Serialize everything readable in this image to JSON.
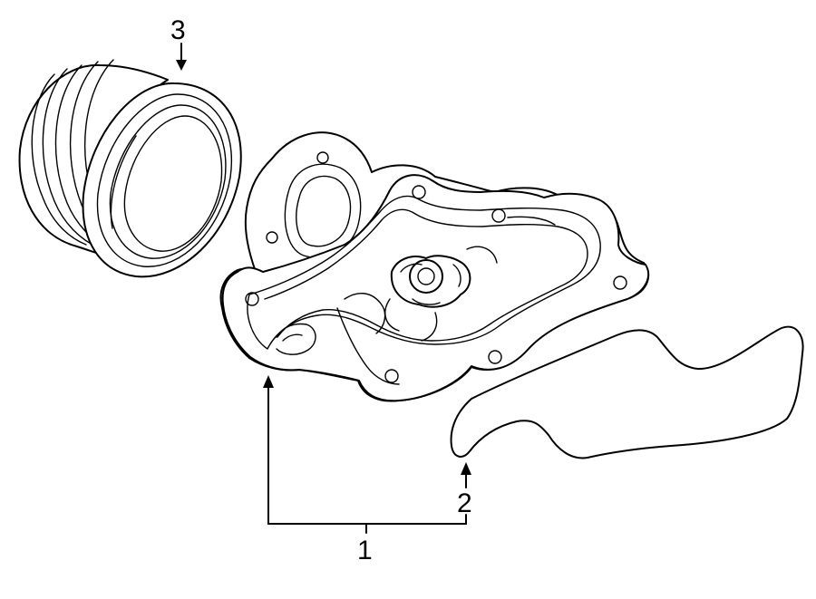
{
  "callouts": {
    "water_pump": "1",
    "gasket": "2",
    "pulley": "3"
  },
  "colors": {
    "line": "#000000",
    "background": "#ffffff"
  }
}
